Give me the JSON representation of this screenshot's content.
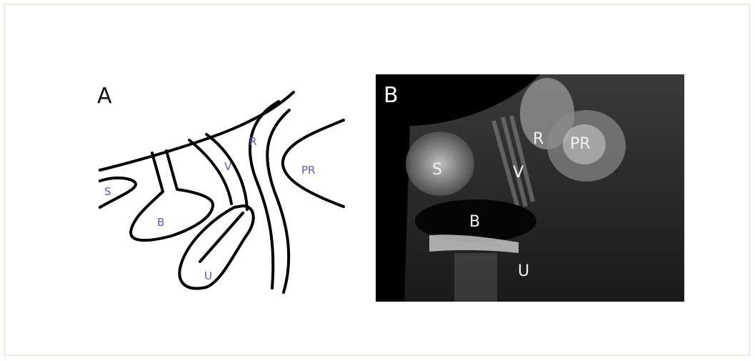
{
  "panel_a": {
    "letter": "A",
    "labels": {
      "s": "S",
      "b": "B",
      "v": "V",
      "r": "R",
      "pr": "PR",
      "u": "U"
    },
    "label_color": "#5a5ab8",
    "line_color": "#000000"
  },
  "panel_b": {
    "letter": "B",
    "labels": {
      "s": "S",
      "v": "V",
      "r": "R",
      "pr": "PR",
      "b": "B",
      "u": "U"
    }
  },
  "frame_color": "#e3efdc"
}
